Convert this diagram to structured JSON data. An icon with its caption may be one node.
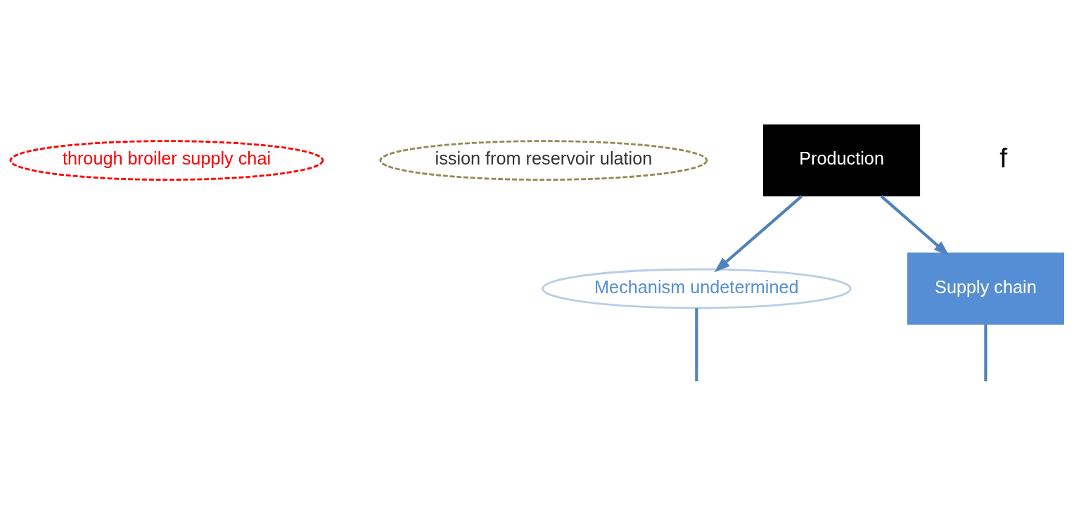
{
  "diagram": {
    "nodes": [
      {
        "text": [
          "through broiler supply chai"
        ]
      },
      {
        "text": [
          "ission from reservoir ulation"
        ]
      },
      {
        "text": [
          "Production"
        ]
      },
      {
        "text": [
          "Mechanism undetermined"
        ]
      },
      {
        "text": [
          "Supply chain"
        ]
      }
    ],
    "edges": [
      {
        "from": 2,
        "to": 3,
        "arrow": "to"
      },
      {
        "from": 2,
        "to": 4,
        "arrow": "to"
      },
      {
        "from": 3,
        "to": null,
        "arrow": "none"
      },
      {
        "from": 4,
        "to": null,
        "arrow": "none"
      }
    ],
    "labels": [
      "f"
    ]
  }
}
